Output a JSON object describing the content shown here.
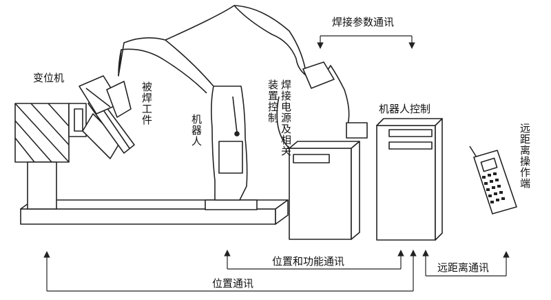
{
  "labels": {
    "positioner": "变位机",
    "workpiece": "被焊工件",
    "robot": "机器人",
    "power_source": "焊接电源及相关装置控制",
    "controller": "机器人控制",
    "pendant": "远距离操作端",
    "comm_weld_params": "焊接参数通讯",
    "comm_position_function": "位置和功能通讯",
    "comm_position": "位置通讯",
    "comm_remote": "远距离通讯"
  }
}
